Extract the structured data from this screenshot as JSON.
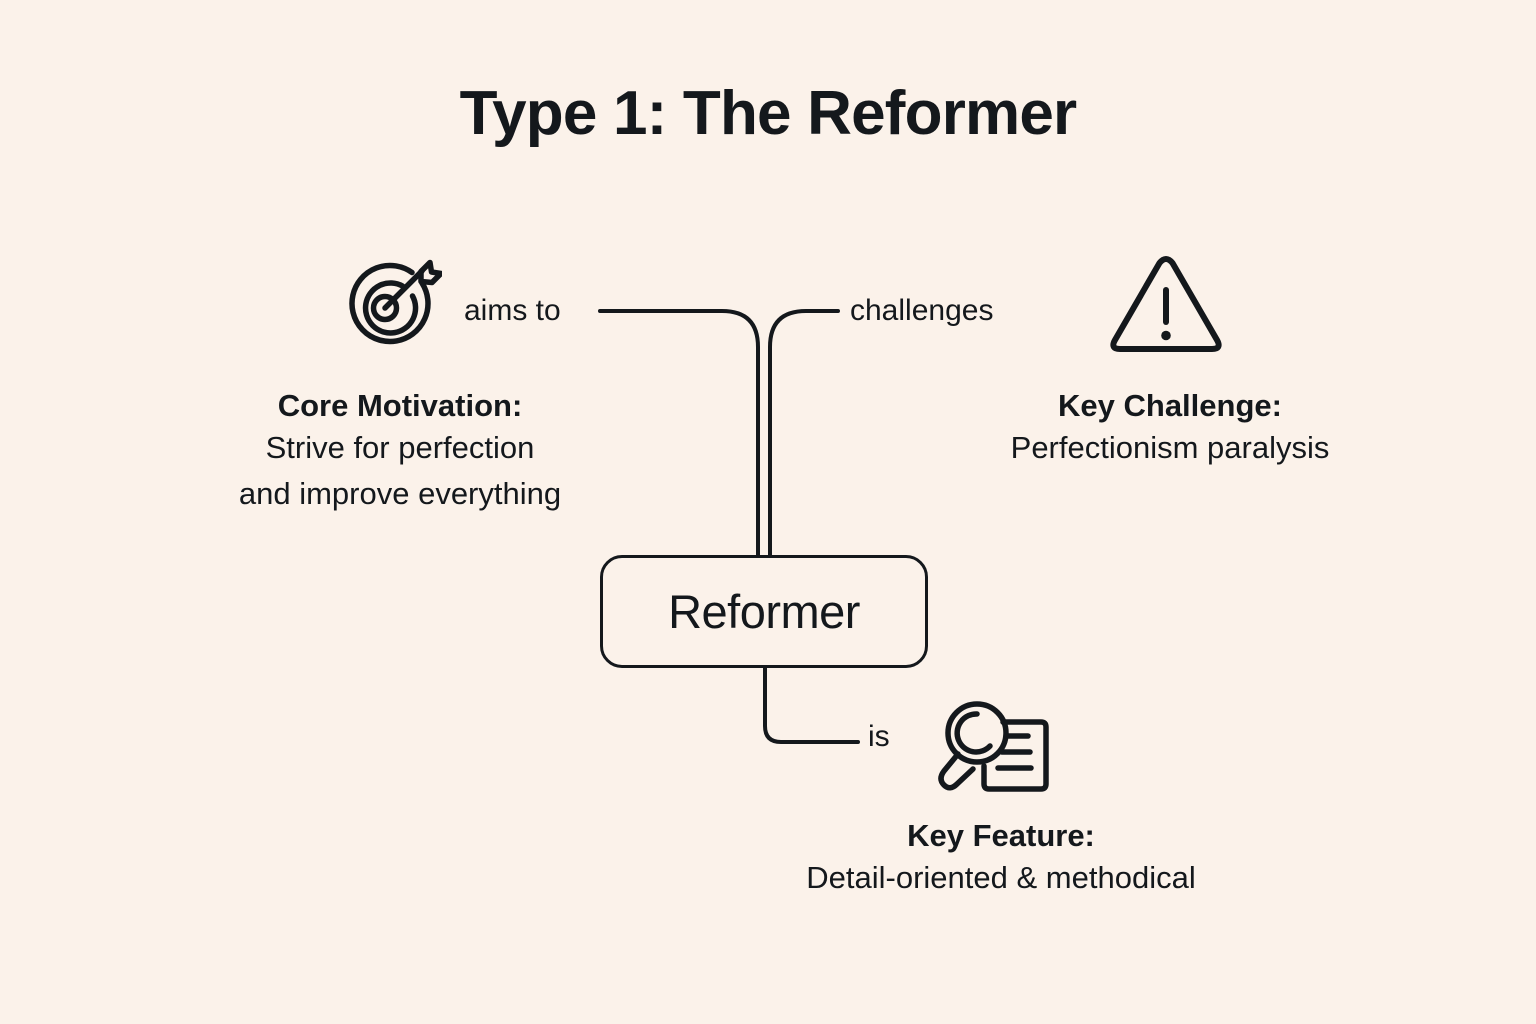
{
  "page": {
    "title": "Type 1: The Reformer",
    "background_color": "#FBF2EA",
    "ink_color": "#14181C"
  },
  "diagram": {
    "type": "node-link-mindmap",
    "central_node": {
      "label": "Reformer"
    },
    "edges": [
      {
        "id": "aims-to",
        "label": "aims to",
        "from": "central_node",
        "to": "core-motivation"
      },
      {
        "id": "challenges",
        "label": "challenges",
        "from": "central_node",
        "to": "key-challenge"
      },
      {
        "id": "is",
        "label": "is",
        "from": "central_node",
        "to": "key-feature"
      }
    ],
    "branches": [
      {
        "id": "core-motivation",
        "icon": "target-icon",
        "heading": "Core Motivation:",
        "body_lines": [
          "Strive for perfection",
          "and improve everything"
        ]
      },
      {
        "id": "key-challenge",
        "icon": "warning-triangle-icon",
        "heading": "Key Challenge:",
        "body_lines": [
          "Perfectionism paralysis"
        ]
      },
      {
        "id": "key-feature",
        "icon": "magnifier-document-icon",
        "heading": "Key Feature:",
        "body_lines": [
          "Detail-oriented & methodical"
        ]
      }
    ]
  }
}
